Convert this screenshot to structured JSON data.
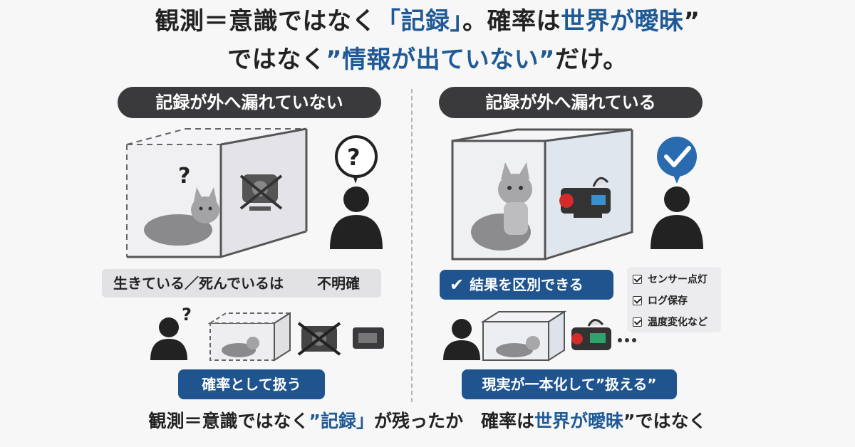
{
  "title": {
    "line1_a": "観測＝意識ではなく",
    "line1_b": "「記録」",
    "line1_c": "。確率は",
    "line1_d": "世界が曖昧",
    "line1_e": "”",
    "line2_a": "ではなく",
    "line2_b": "”情報が出ていない”",
    "line2_c": "だけ。"
  },
  "left": {
    "header": "記録が外へ漏れていない",
    "status_label": "生きている／死んでいるは",
    "status_value": "不明確",
    "question_mark": "?",
    "conclusion": "確率として扱う"
  },
  "right": {
    "header": "記録が外へ漏れている",
    "result": "結果を区別できる",
    "checklist": [
      "センサー点灯",
      "ログ保存",
      "温度変化など"
    ],
    "conclusion": "現実が一本化して”扱える”"
  },
  "bottom": {
    "part_a": "観測＝意識ではなく",
    "part_b": "”記録」",
    "part_c": "が残ったか　確率は",
    "part_d": "世界が曖昧",
    "part_e": "”ではなく"
  },
  "colors": {
    "accent_blue": "#20548f",
    "dark_pill": "#3a3a3c",
    "check_blue": "#2a6bb0"
  }
}
